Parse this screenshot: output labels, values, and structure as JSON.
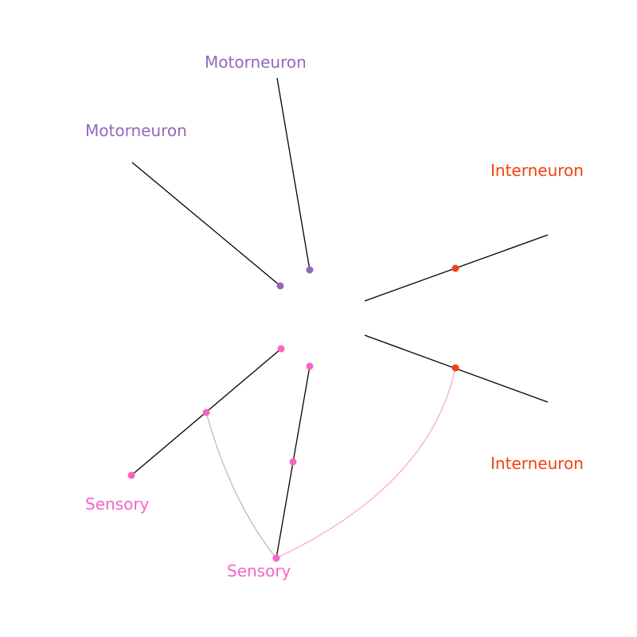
{
  "diagram": {
    "type": "hive-plot",
    "groups": [
      {
        "id": "motor-a",
        "label": "Motorneuron",
        "color": "#9467bd"
      },
      {
        "id": "motor-b",
        "label": "Motorneuron",
        "color": "#9467bd"
      },
      {
        "id": "inter-a",
        "label": "Interneuron",
        "color": "#f0420f"
      },
      {
        "id": "inter-b",
        "label": "Interneuron",
        "color": "#f0420f"
      },
      {
        "id": "sensory-a",
        "label": "Sensory",
        "color": "#f564c8"
      },
      {
        "id": "sensory-b",
        "label": "Sensory",
        "color": "#f564c8"
      }
    ],
    "link_colors": {
      "gray": "#bbbbbb",
      "pink": "#f8a8dc"
    }
  }
}
